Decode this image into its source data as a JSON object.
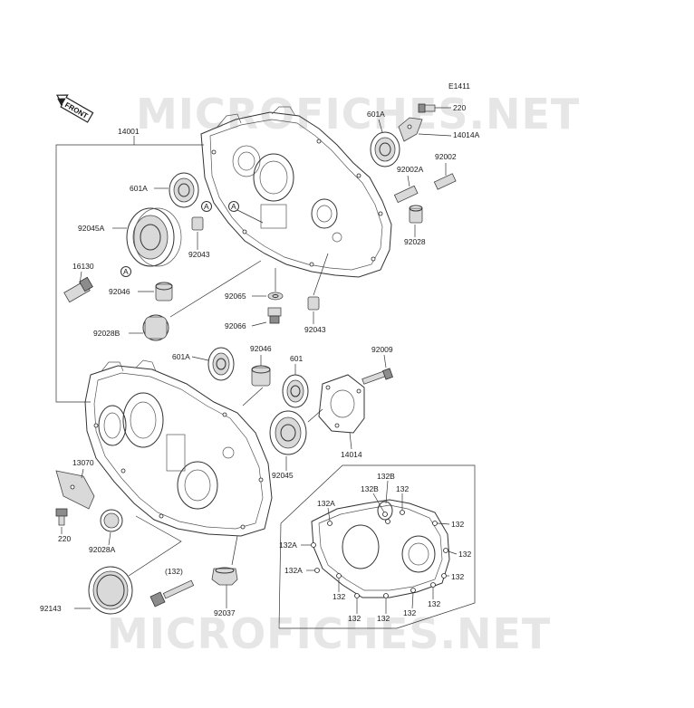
{
  "diagram": {
    "ref_code": "E1411",
    "front_tag": "FRONT",
    "watermark_text": "MICROFICHES.NET",
    "callouts": {
      "c14001": "14001",
      "c601A_top": "601A",
      "c220_top": "220",
      "c14014A": "14014A",
      "c92002": "92002",
      "c92002A": "92002A",
      "c601A_left": "601A",
      "c92045A": "92045A",
      "c92043_a": "92043",
      "c92028_right": "92028",
      "c16130": "16130",
      "c92046_a": "92046",
      "c92065": "92065",
      "c92028B": "92028B",
      "c92066": "92066",
      "c92043_b": "92043",
      "c601A_mid": "601A",
      "c92046_b": "92046",
      "c601": "601",
      "c92009": "92009",
      "c14014": "14014",
      "c13070": "13070",
      "c92045": "92045",
      "c220_bottom": "220",
      "c92028A": "92028A",
      "c132_paren": "(132)",
      "c92143": "92143",
      "c92037": "92037"
    },
    "ref_marks": {
      "a1": "A",
      "a2": "A",
      "a3": "A"
    },
    "bolt_inset": {
      "b132B_1": "132B",
      "b132B_2": "132B",
      "b132A_1": "132A",
      "b132_1": "132",
      "b132_2": "132",
      "b132A_2": "132A",
      "b132_3": "132",
      "b132A_3": "132A",
      "b132_4": "132",
      "b132_5": "132",
      "b132_6": "132",
      "b132_7": "132",
      "b132_8": "132",
      "b132_9": "132"
    }
  }
}
